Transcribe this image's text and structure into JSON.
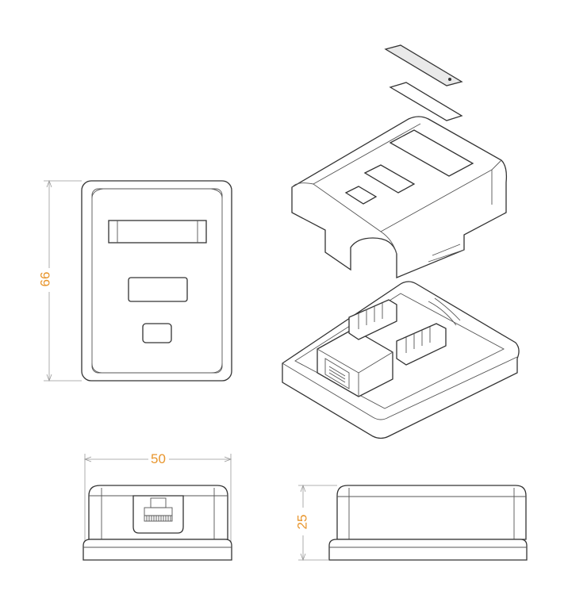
{
  "dimensions": {
    "height": "66",
    "width": "50",
    "depth": "25"
  },
  "colors": {
    "dimension_text": "#e8962e",
    "outline": "#333333"
  }
}
